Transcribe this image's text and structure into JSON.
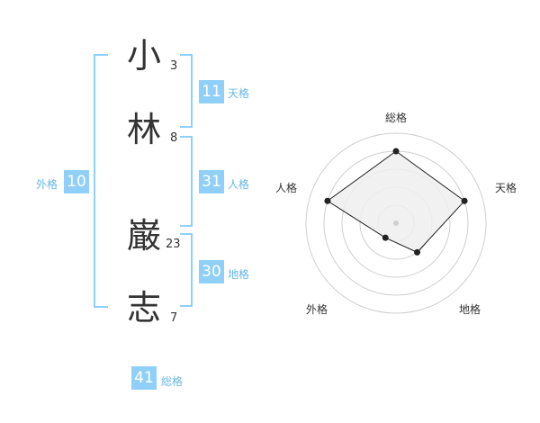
{
  "name": {
    "chars": [
      {
        "char": "小",
        "strokes": "3"
      },
      {
        "char": "林",
        "strokes": "8"
      },
      {
        "char": "巌",
        "strokes": "23"
      },
      {
        "char": "志",
        "strokes": "7"
      }
    ]
  },
  "fortunes": {
    "tenkaku": {
      "value": "11",
      "label": "天格"
    },
    "jinkaku": {
      "value": "31",
      "label": "人格"
    },
    "chikaku": {
      "value": "30",
      "label": "地格"
    },
    "gaikaku": {
      "value": "10",
      "label": "外格"
    },
    "soukaku": {
      "value": "41",
      "label": "総格"
    }
  },
  "colors": {
    "accent": "#90d0f8",
    "label": "#66b8ea",
    "radar_fill": "#eeeeee",
    "radar_line": "#222222"
  },
  "chart_data": {
    "type": "radar",
    "axes": [
      "総格",
      "天格",
      "地格",
      "外格",
      "人格"
    ],
    "values": [
      4,
      4,
      2,
      1,
      4
    ],
    "max": 5,
    "rings": 5,
    "grid": true
  }
}
